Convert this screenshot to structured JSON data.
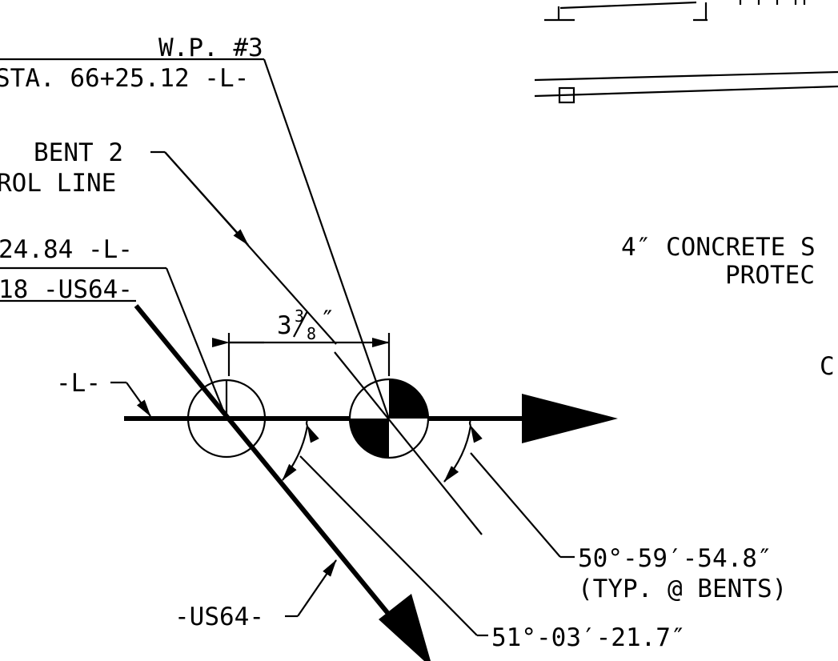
{
  "drawing": {
    "wp_label": "W.P. #3",
    "sta_l": "STA. 66+25.12 -L-",
    "bent_label_1": "BENT 2",
    "bent_label_2": "ROL LINE",
    "sta_l_left": "24.84 -L-",
    "sta_us64_left": "18 -US64-",
    "dimension_whole": "3",
    "dimension_num": "3",
    "dimension_den": "8",
    "dimension_inch": "″",
    "l_tag": "-L-",
    "us64_tag": "-US64-",
    "angle_typ_1": "50°-59′-54.8″",
    "angle_typ_2": "(TYP. @ BENTS)",
    "angle_skew": "51°-03′-21.7″",
    "note_1": "4″ CONCRETE S",
    "note_2": "PROTEC",
    "note_3": "C"
  }
}
